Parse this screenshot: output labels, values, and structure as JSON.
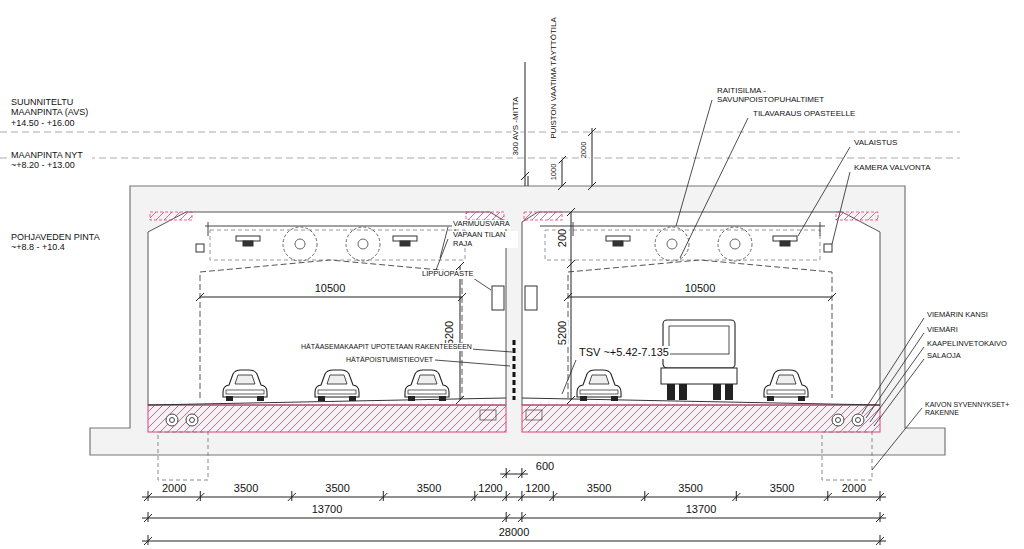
{
  "diagram": {
    "labels": [
      "SUUNNITELTU MAANPINTA (AVS) +14.50 - +16.00",
      "MAANPINTA NYT ~+8.20 - +13.00",
      "POHJAVEDEN PINTA ~+8.8 - +10.4",
      "300 AVS -MITTA",
      "1000",
      "PUISTON VAATIMA TÄYTTÖTILA",
      "2000",
      "RAITISILMA - SAVUNPOISTOPUHALTIMET",
      "TILAVARAUS OPASTEELLE",
      "VALAISTUS",
      "KAMERA VALVONTA",
      "VARMUUSVARA",
      "VAPAAN TILAN RAJA",
      "LIPPUOPASTE",
      "10500",
      "10500",
      "5200",
      "200",
      "5200",
      "HÄTÄASEMAKAAPIT UPOTETAAN RAKENTEESEEN",
      "HÄTÄPOISTUMISTIEOVET",
      "TSV ~+5.42-7.135",
      "VIEMÄRIN KANSI",
      "VIEMÄRI",
      "KAAPELINVETOKAIVO",
      "SALAOJA",
      "KAIVON SYVENNYKSET+ RAKENNE",
      "600",
      "2000",
      "3500",
      "3500",
      "3500",
      "1200",
      "1200",
      "3500",
      "3500",
      "3500",
      "2000",
      "13700",
      "13700",
      "28000"
    ]
  }
}
